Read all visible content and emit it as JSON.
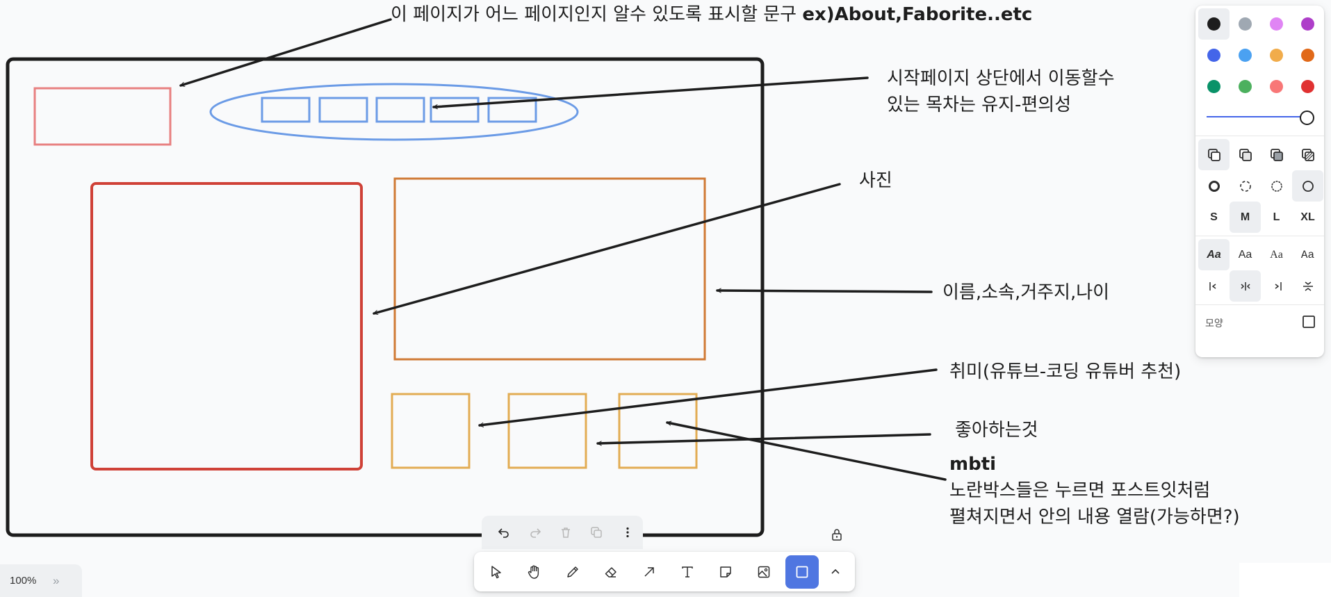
{
  "annotations": {
    "page_label_text": "이 페이지가 어느 페이지인지 알수 있도록 표시할 문구 ",
    "page_label_example": "ex)About,Faborite..etc",
    "nav_line1": "시작페이지 상단에서 이동할수",
    "nav_line2": "있는 목차는 유지-편의성",
    "photo": "사진",
    "profile": "이름,소속,거주지,나이",
    "hobby": "취미(유튜브-코딩 유튜버 추천)",
    "likes": "좋아하는것",
    "mbti": "mbti",
    "note_line1": "노란박스들은 누르면 포스트잇처럼",
    "note_line2": "펼쳐지면서 안의 내용 열람(가능하면?)"
  },
  "style_panel": {
    "colors": [
      {
        "name": "black",
        "hex": "#1d1d1d"
      },
      {
        "name": "grey",
        "hex": "#9fa8b2"
      },
      {
        "name": "light-violet",
        "hex": "#e085f4"
      },
      {
        "name": "violet",
        "hex": "#ae3ec9"
      },
      {
        "name": "blue",
        "hex": "#4465e9"
      },
      {
        "name": "light-blue",
        "hex": "#4ba1f1"
      },
      {
        "name": "yellow",
        "hex": "#f1ac4b"
      },
      {
        "name": "orange",
        "hex": "#e16919"
      },
      {
        "name": "green",
        "hex": "#099268"
      },
      {
        "name": "light-green",
        "hex": "#4cb05e"
      },
      {
        "name": "light-red",
        "hex": "#f87777"
      },
      {
        "name": "red",
        "hex": "#e03131"
      }
    ],
    "selected_color": "black",
    "opacity": 1.0,
    "sizes": [
      "S",
      "M",
      "L",
      "XL"
    ],
    "selected_size": "M",
    "font_sample": "Aa",
    "shape_label": "모양"
  },
  "zoom": {
    "level": "100%",
    "more": "»"
  },
  "wireframe_colors": {
    "frame": "#1d1d1d",
    "title_box": "#e88080",
    "nav": "#6b9be6",
    "photo_box": "#cf4137",
    "profile_box": "#d07a35",
    "hobby_boxes": "#e2ac53",
    "arrow": "#1d1d1d"
  }
}
